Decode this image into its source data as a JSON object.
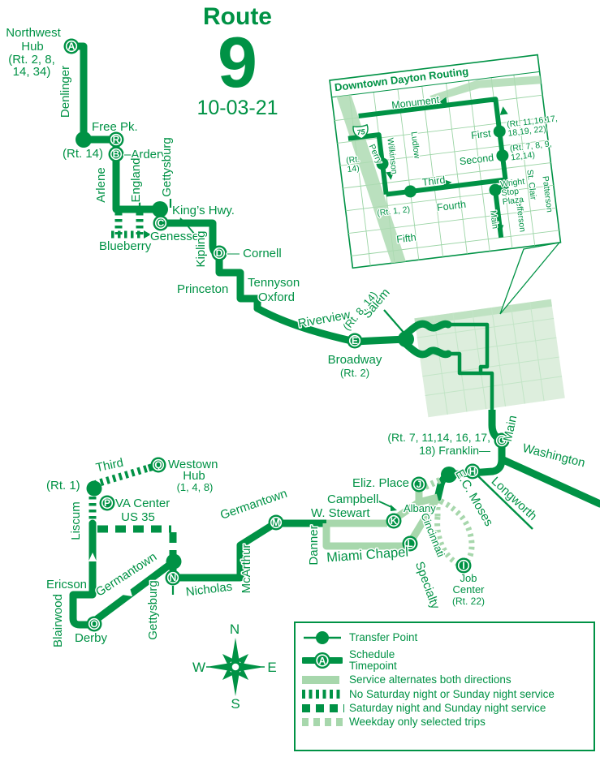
{
  "title": {
    "word": "Route",
    "number": "9",
    "date": "10-03-21"
  },
  "compass": {
    "n": "N",
    "e": "E",
    "s": "S",
    "w": "W"
  },
  "timepoints": {
    "A": "A",
    "B": "B",
    "C": "C",
    "D": "D",
    "E": "E",
    "G": "G",
    "H": "H",
    "I": "I",
    "J": "J",
    "K": "K",
    "L": "L",
    "M": "M",
    "N": "N",
    "O": "O",
    "P": "P",
    "Q": "Q",
    "R": "R"
  },
  "map": {
    "labels": {
      "nw1": "Northwest",
      "nw2": "Hub",
      "nw3": "(Rt. 2, 8,",
      "nw4": "14, 34)",
      "denlinger": "Denlinger",
      "free_pk": "Free Pk.",
      "rt14": "(Rt. 14)",
      "ardery": "–Ardery",
      "arlene": "Arlene",
      "england": "England",
      "gettysburg_n": "Gettysburg",
      "kings_hwy": "King’s Hwy.",
      "genesse": "Genesse",
      "blueberry": "Blueberry",
      "kipling": "Kipling",
      "cornell": "— Cornell",
      "princeton": "Princeton",
      "tennyson": "Tennyson",
      "oxford": "Oxford",
      "riverview": "Riverview",
      "salem": "Salem",
      "salem_rts": "(Rt. 8, 14)",
      "broadway": "Broadway",
      "broadway_rt": "(Rt. 2)",
      "main_st": "Main",
      "franklin1": "(Rt. 7, 11,14, 16, 17,",
      "franklin2": "18) Franklin—",
      "washington": "Washington",
      "longworth": "Longworth",
      "ec_moses": "E.C. Moses",
      "eliz_place": "Eliz. Place",
      "campbell": "Campbell",
      "w_stewart": "W. Stewart",
      "albany": "Albany",
      "germantown_m": "Germantown",
      "danner": "Danner",
      "miami_chapel": "Miami Chapel",
      "cincinnati": "Cincinnati",
      "specialty": "Specialty",
      "mcarthur": "McArthur",
      "nicholas": "Nicholas",
      "germantown_s": "Germantown",
      "gettysburg_s": "Gettysburg",
      "ericson": "Ericson",
      "blairwood": "Blairwood",
      "derby": "Derby",
      "liscum": "Liscum",
      "third_w": "Third",
      "rt1": "(Rt. 1)",
      "westown1": "Westown",
      "westown2": "Hub",
      "westown3": "(1, 4, 8)",
      "va_center": "VA Center",
      "us35": "US 35",
      "job1": "Job",
      "job2": "Center",
      "job3": "(Rt. 22)"
    }
  },
  "inset": {
    "labels": {
      "title": "Downtown Dayton Routing",
      "monument": "Monument",
      "first": "First",
      "first_rts1": "(Rt. 11,16,17,",
      "first_rts2": "18,19, 22)",
      "second": "Second",
      "second_rts1": "(Rt. 7, 8, 9,",
      "second_rts2": "12,14)",
      "third": "Third",
      "fourth": "Fourth",
      "fifth": "Fifth",
      "wilkinson": "Wilkinson",
      "ludlow": "Ludlow",
      "perry": "Perry",
      "main": "Main",
      "jefferson": "Jefferson",
      "st_clair": "St. Clair",
      "patterson": "Patterson",
      "rt14_1": "(Rt.",
      "rt14_2": "14)",
      "rt12": "(Rt. 1, 2)",
      "wsp1": "Wright",
      "wsp2": "Stop",
      "wsp3": "Plaza",
      "i75": "75"
    }
  },
  "legend": {
    "transfer_point": "Transfer Point",
    "schedule_line1": "Schedule",
    "schedule_line2": "Timepoint",
    "timepoint_letter": "A",
    "alternates": "Service alternates both directions",
    "no_sat_sun": "No Saturday night or Sunday night service",
    "sat_sun": "Saturday night and Sunday night service",
    "weekday": "Weekday only selected trips"
  },
  "colors": {
    "green": "#009245",
    "light_green": "#a7d7ac",
    "pale_fill": "#ddeedd"
  }
}
